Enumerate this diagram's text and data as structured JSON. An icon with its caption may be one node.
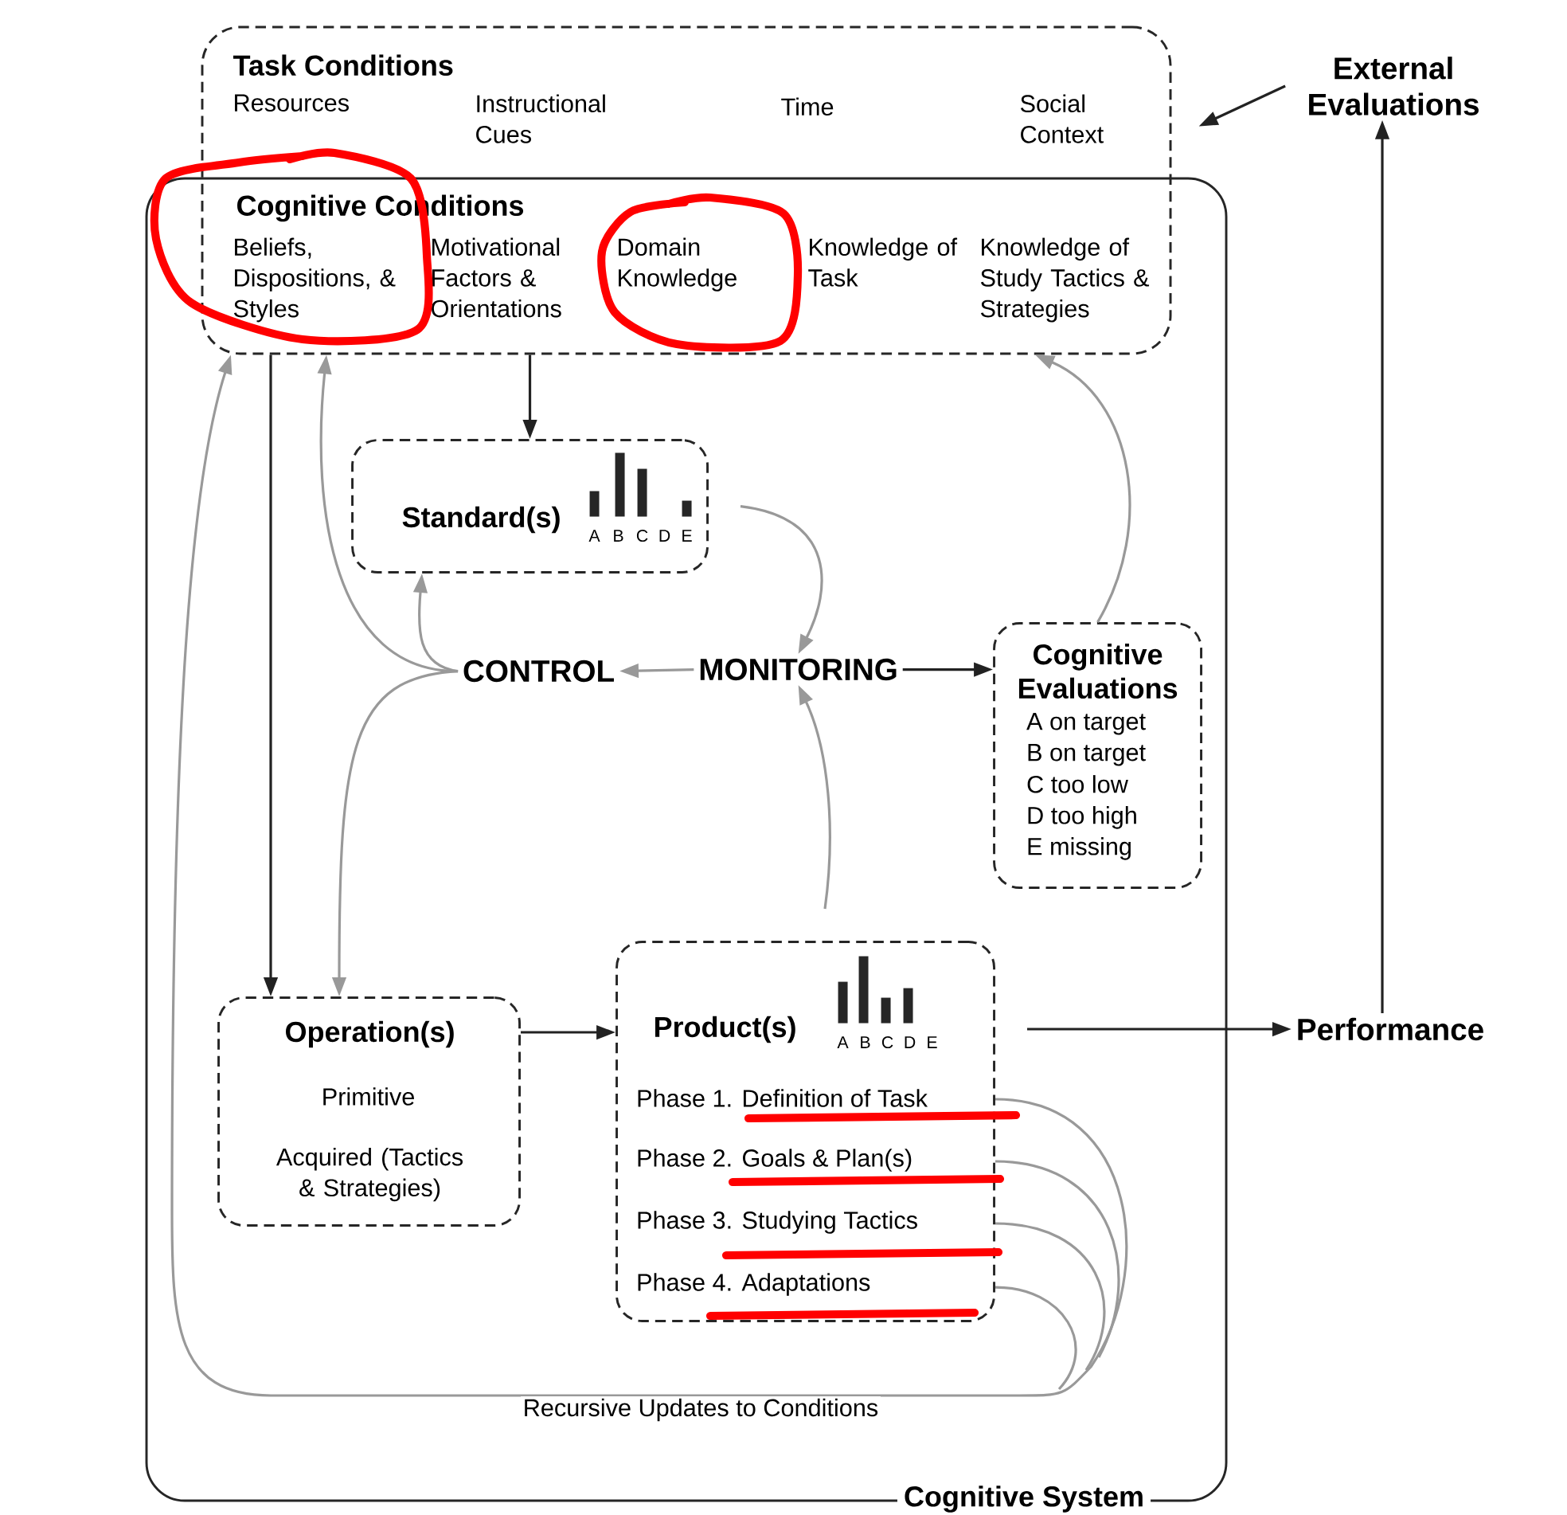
{
  "diagram": {
    "nodes": [
      {
        "text": [
          "Task Conditions",
          "Resources",
          "Instructional Cues",
          "Time",
          "Social Context",
          "Cognitive Conditions",
          "Beliefs, Dispositions, & Styles",
          "Motivational Factors & Orientations",
          "Domain Knowledge",
          "Knowledge of Task",
          "Knowledge of Study Tactics & Strategies"
        ]
      },
      {
        "text": [
          "Cognitive System"
        ]
      },
      {
        "text": [
          "Standard(s)",
          "A",
          "B",
          "C",
          "D",
          "E"
        ],
        "in": 1
      },
      {
        "text": [
          "CONTROL"
        ],
        "in": 1
      },
      {
        "text": [
          "MONITORING"
        ],
        "in": 1
      },
      {
        "text": [
          "Cognitive Evaluations",
          "A on target",
          "B on target",
          "C too low",
          "D too high",
          "E missing"
        ],
        "in": 1
      },
      {
        "text": [
          "Operation(s)",
          "Primitive",
          "Acquired (Tactics & Strategies)"
        ],
        "in": 1
      },
      {
        "text": [
          "Product(s)",
          "A",
          "B",
          "C",
          "D",
          "E",
          "Phase 1. Definition of Task",
          "Phase 2. Goals & Plan(s)",
          "Phase 3. Studying Tactics",
          "Phase 4. Adaptations"
        ],
        "in": 1
      },
      {
        "text": [
          "Performance"
        ]
      },
      {
        "text": [
          "External Evaluations"
        ]
      }
    ],
    "edges": [
      {
        "from": 0,
        "to": 2,
        "arrow": "to",
        "color": "#222222"
      },
      {
        "from": 0,
        "to": 6,
        "arrow": "to",
        "color": "#222222"
      },
      {
        "from": 3,
        "to": 2,
        "arrow": "to",
        "color": "#999999"
      },
      {
        "from": 3,
        "to": 0,
        "arrow": "to",
        "color": "#999999"
      },
      {
        "from": 3,
        "to": 6,
        "arrow": "to",
        "color": "#999999"
      },
      {
        "from": 2,
        "to": 4,
        "arrow": "to",
        "color": "#999999"
      },
      {
        "from": 4,
        "to": 3,
        "arrow": "to",
        "color": "#999999"
      },
      {
        "from": 4,
        "to": 5,
        "arrow": "to",
        "color": "#222222"
      },
      {
        "from": 7,
        "to": 4,
        "arrow": "to",
        "color": "#999999"
      },
      {
        "from": 5,
        "to": 0,
        "arrow": "to",
        "color": "#999999"
      },
      {
        "from": 6,
        "to": 7,
        "arrow": "to",
        "color": "#222222"
      },
      {
        "from": 7,
        "to": 8,
        "arrow": "to",
        "color": "#222222"
      },
      {
        "from": 8,
        "to": 9,
        "arrow": "to",
        "color": "#222222"
      },
      {
        "from": 9,
        "to": 0,
        "arrow": "to",
        "color": "#222222"
      },
      {
        "from": 7,
        "to": 0,
        "arrow": "to",
        "color": "#999999",
        "label": "Recursive Updates to Conditions"
      }
    ]
  }
}
